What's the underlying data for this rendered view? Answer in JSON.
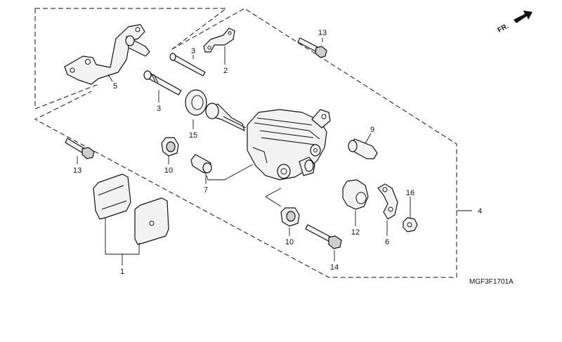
{
  "diagram": {
    "direction_label": "FR.",
    "diagram_code": "MGF3F1701A",
    "callouts": {
      "c1": "1",
      "c2": "2",
      "c3a": "3",
      "c3b": "3",
      "c4": "4",
      "c5": "5",
      "c6": "6",
      "c7": "7",
      "c9": "9",
      "c10a": "10",
      "c10b": "10",
      "c12": "12",
      "c13a": "13",
      "c13b": "13",
      "c14": "14",
      "c15": "15",
      "c16": "16"
    }
  }
}
